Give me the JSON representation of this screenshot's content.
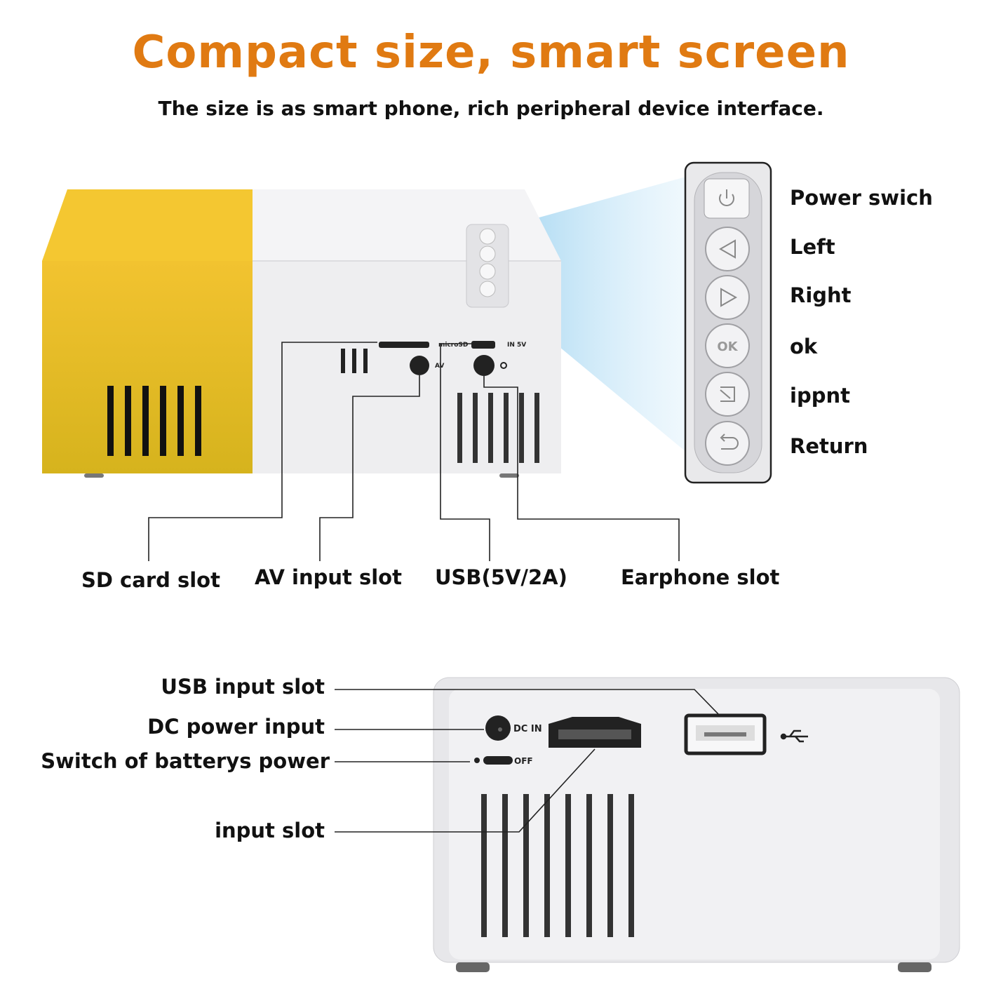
{
  "header": {
    "title": "Compact size, smart screen",
    "subtitle": "The size is as smart phone, rich peripheral device interface."
  },
  "colors": {
    "title": "#e07a12",
    "yellow_shell": "#f0c22e",
    "white_shell": "#f1f1f3",
    "beam": "#bfe3f7"
  },
  "device_side": {
    "port_marks": {
      "microsd": "microSD",
      "in5v": "IN 5V",
      "av": "AV"
    }
  },
  "button_panel": {
    "labels": [
      "Power swich",
      "Left",
      "Right",
      "ok",
      "ippnt",
      "Return"
    ],
    "ok_key": "OK"
  },
  "side_callouts": [
    "SD card slot",
    "AV input slot",
    "USB(5V/2A)",
    "Earphone slot"
  ],
  "back_callouts": [
    "USB input slot",
    "DC power input",
    "Switch of batterys power",
    "input slot"
  ],
  "device_back": {
    "marks": {
      "dc_in": "DC IN",
      "off": "OFF"
    }
  }
}
